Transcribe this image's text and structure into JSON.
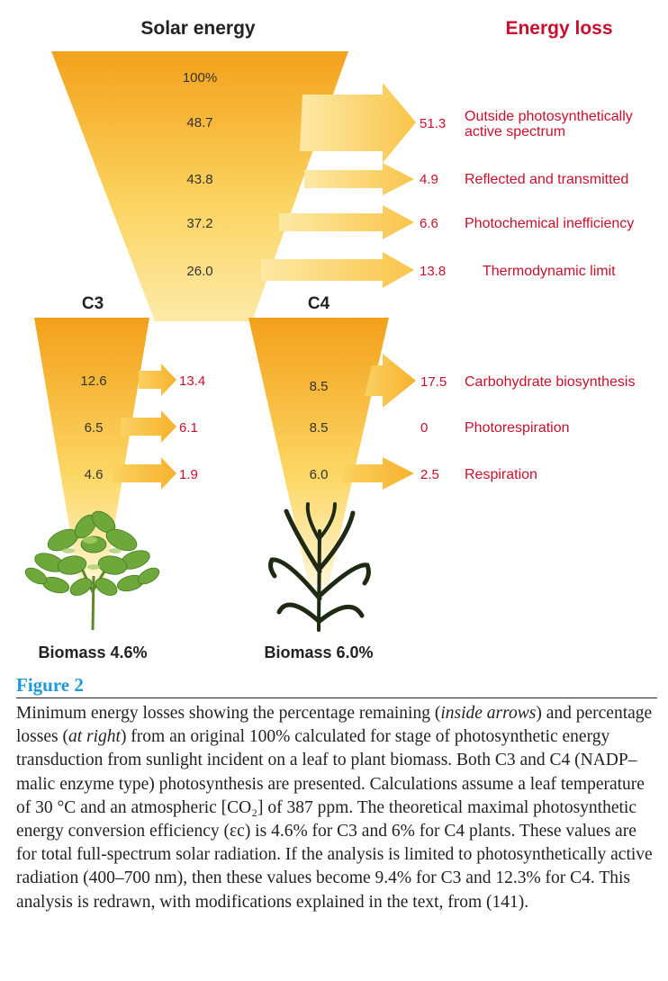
{
  "headers": {
    "solar": "Solar energy",
    "loss": "Energy loss",
    "c3": "C3",
    "c4": "C4"
  },
  "main_stages": [
    {
      "remaining": "100%",
      "loss_value": "",
      "loss_label": ""
    },
    {
      "remaining": "48.7",
      "loss_value": "51.3",
      "loss_label": "Outside photosynthetically",
      "loss_label_2": "active spectrum"
    },
    {
      "remaining": "43.8",
      "loss_value": "4.9",
      "loss_label": "Reflected and transmitted"
    },
    {
      "remaining": "37.2",
      "loss_value": "6.6",
      "loss_label": "Photochemical inefficiency"
    },
    {
      "remaining": "26.0",
      "loss_value": "13.8",
      "loss_label": "Thermodynamic limit"
    }
  ],
  "c3_stages": [
    {
      "remaining": "12.6",
      "loss_value": "13.4"
    },
    {
      "remaining": "6.5",
      "loss_value": "6.1"
    },
    {
      "remaining": "4.6",
      "loss_value": "1.9"
    }
  ],
  "c4_stages": [
    {
      "remaining": "8.5",
      "loss_value": "17.5",
      "loss_label": "Carbohydrate biosynthesis"
    },
    {
      "remaining": "8.5",
      "loss_value": "0",
      "loss_label": "Photorespiration"
    },
    {
      "remaining": "6.0",
      "loss_value": "2.5",
      "loss_label": "Respiration"
    }
  ],
  "biomass": {
    "c3": "Biomass 4.6%",
    "c4": "Biomass 6.0%"
  },
  "figure": {
    "label": "Figure 2",
    "caption_parts": [
      {
        "t": "Minimum energy losses showing the percentage remaining (",
        "i": false
      },
      {
        "t": "inside arrows",
        "i": true
      },
      {
        "t": ") and percentage losses (",
        "i": false
      },
      {
        "t": "at right",
        "i": true
      },
      {
        "t": ") from an original 100% calculated for stage of photosynthetic energy transduction from sunlight incident on a leaf to plant biomass. Both C3 and C4 (NADP–malic enzyme type) photosynthesis are presented. Calculations assume a leaf temperature of 30 °C and an atmospheric [CO₂] of 387 ppm. The theoretical maximal photosynthetic energy conversion efficiency (εc) is 4.6% for C3 and 6% for C4 plants. These values are for total full-spectrum solar radiation. If the analysis is limited to photosynthetically active radiation (400–700 nm), then these values become 9.4% for C3 and 12.3% for C4. This analysis is redrawn, with modifications explained in the text, from (141).",
        "i": false
      }
    ]
  },
  "colors": {
    "loss_red": "#c8102e",
    "figure_blue": "#1f9ad6",
    "funnel_top": "#f3a21c",
    "funnel_bottom": "#fde9a4"
  }
}
